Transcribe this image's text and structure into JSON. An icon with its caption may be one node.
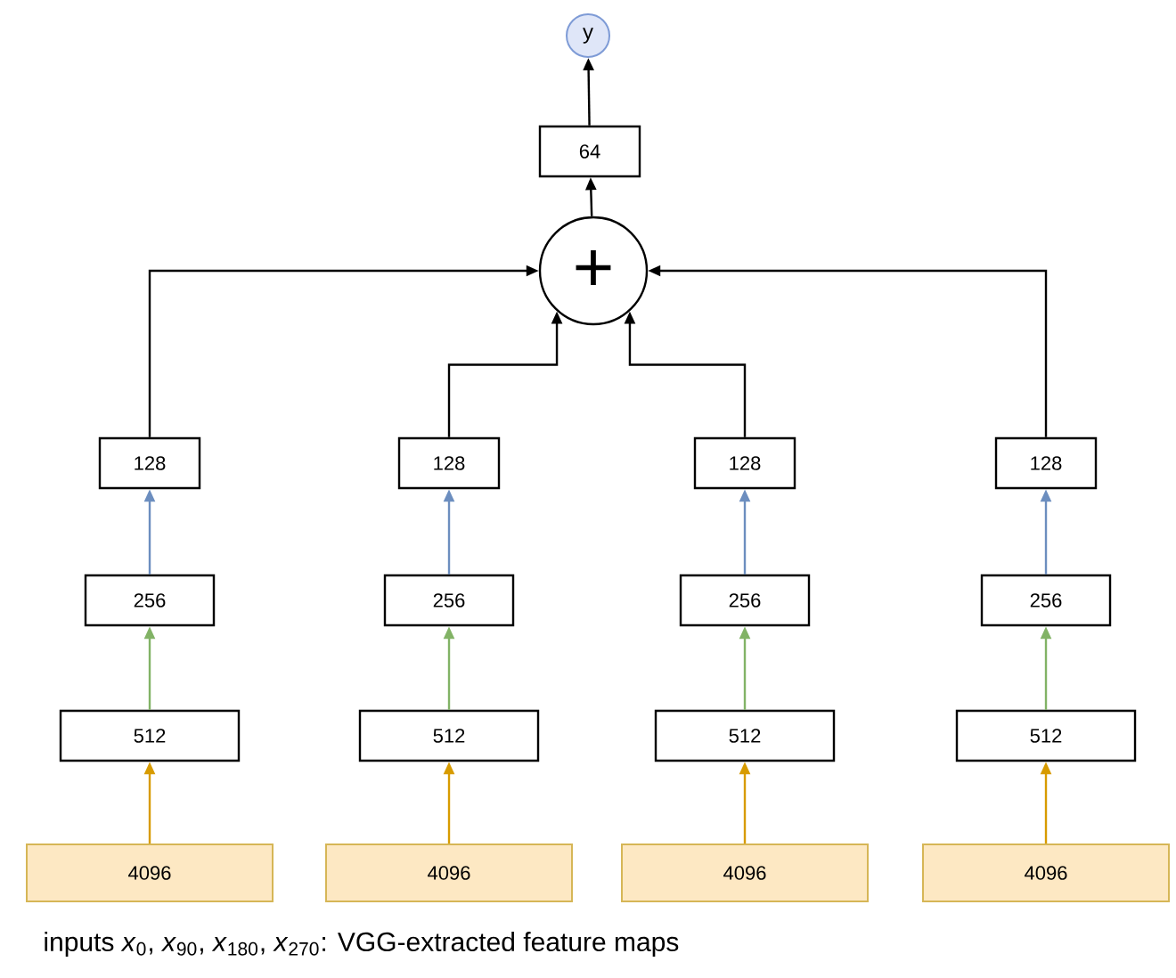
{
  "diagram": {
    "caption": "inputs *x*$_{0}$, *x*$_{90}$, *x*$_{180}$, *x*$_{270}$: VGG-extracted feature maps",
    "nodes": [
      {
        "text": [
          "y"
        ]
      },
      {
        "text": [
          "64"
        ]
      },
      {
        "text": [
          "+"
        ]
      },
      {
        "text": [
          "128"
        ]
      },
      {
        "text": [
          "128"
        ]
      },
      {
        "text": [
          "128"
        ]
      },
      {
        "text": [
          "128"
        ]
      },
      {
        "text": [
          "256"
        ]
      },
      {
        "text": [
          "256"
        ]
      },
      {
        "text": [
          "256"
        ]
      },
      {
        "text": [
          "256"
        ]
      },
      {
        "text": [
          "512"
        ]
      },
      {
        "text": [
          "512"
        ]
      },
      {
        "text": [
          "512"
        ]
      },
      {
        "text": [
          "512"
        ]
      },
      {
        "text": [
          "4096"
        ]
      },
      {
        "text": [
          "4096"
        ]
      },
      {
        "text": [
          "4096"
        ]
      },
      {
        "text": [
          "4096"
        ]
      }
    ],
    "edges": [
      {
        "from": 15,
        "to": 11,
        "arrow": "to",
        "color": "#d79b00"
      },
      {
        "from": 16,
        "to": 12,
        "arrow": "to",
        "color": "#d79b00"
      },
      {
        "from": 17,
        "to": 13,
        "arrow": "to",
        "color": "#d79b00"
      },
      {
        "from": 18,
        "to": 14,
        "arrow": "to",
        "color": "#d79b00"
      },
      {
        "from": 11,
        "to": 7,
        "arrow": "to",
        "color": "#82b366"
      },
      {
        "from": 12,
        "to": 8,
        "arrow": "to",
        "color": "#82b366"
      },
      {
        "from": 13,
        "to": 9,
        "arrow": "to",
        "color": "#82b366"
      },
      {
        "from": 14,
        "to": 10,
        "arrow": "to",
        "color": "#82b366"
      },
      {
        "from": 7,
        "to": 3,
        "arrow": "to",
        "color": "#6c8ebf"
      },
      {
        "from": 8,
        "to": 4,
        "arrow": "to",
        "color": "#6c8ebf"
      },
      {
        "from": 9,
        "to": 5,
        "arrow": "to",
        "color": "#6c8ebf"
      },
      {
        "from": 10,
        "to": 6,
        "arrow": "to",
        "color": "#6c8ebf"
      },
      {
        "from": 3,
        "to": 2,
        "arrow": "to"
      },
      {
        "from": 4,
        "to": 2,
        "arrow": "to"
      },
      {
        "from": 5,
        "to": 2,
        "arrow": "to"
      },
      {
        "from": 6,
        "to": 2,
        "arrow": "to"
      },
      {
        "from": 2,
        "to": 1,
        "arrow": "to"
      },
      {
        "from": 1,
        "to": 0,
        "arrow": "to"
      }
    ]
  }
}
